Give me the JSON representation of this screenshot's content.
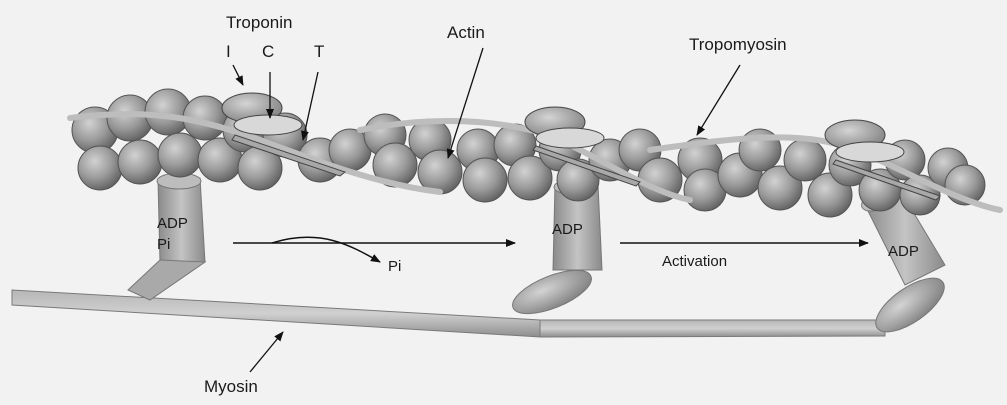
{
  "labels": {
    "troponin": "Troponin",
    "troponin_i": "I",
    "troponin_c": "C",
    "troponin_t": "T",
    "actin": "Actin",
    "tropomyosin": "Tropomyosin",
    "myosin": "Myosin",
    "adp_1": "ADP",
    "pi_1": "Pi",
    "pi_released": "Pi",
    "adp_2": "ADP",
    "activation": "Activation",
    "adp_3": "ADP"
  }
}
